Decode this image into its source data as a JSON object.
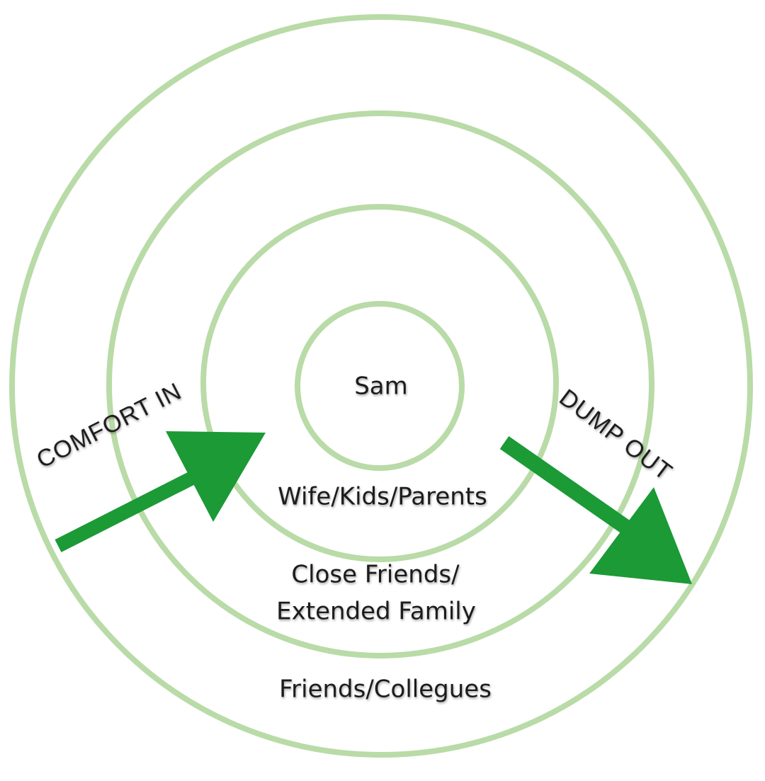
{
  "colors": {
    "ring": "#b9dba7",
    "arrow": "#1b9a35",
    "text": "#1a1a1a",
    "background": "#ffffff"
  },
  "rings": {
    "center_label": "Sam",
    "ring2_label": "Wife/Kids/Parents",
    "ring3_label_line1": "Close Friends/",
    "ring3_label_line2": "Extended Family",
    "ring4_label": "Friends/Collegues"
  },
  "arrows": {
    "comfort_label": "COMFORT IN",
    "dump_label": "DUMP OUT"
  }
}
